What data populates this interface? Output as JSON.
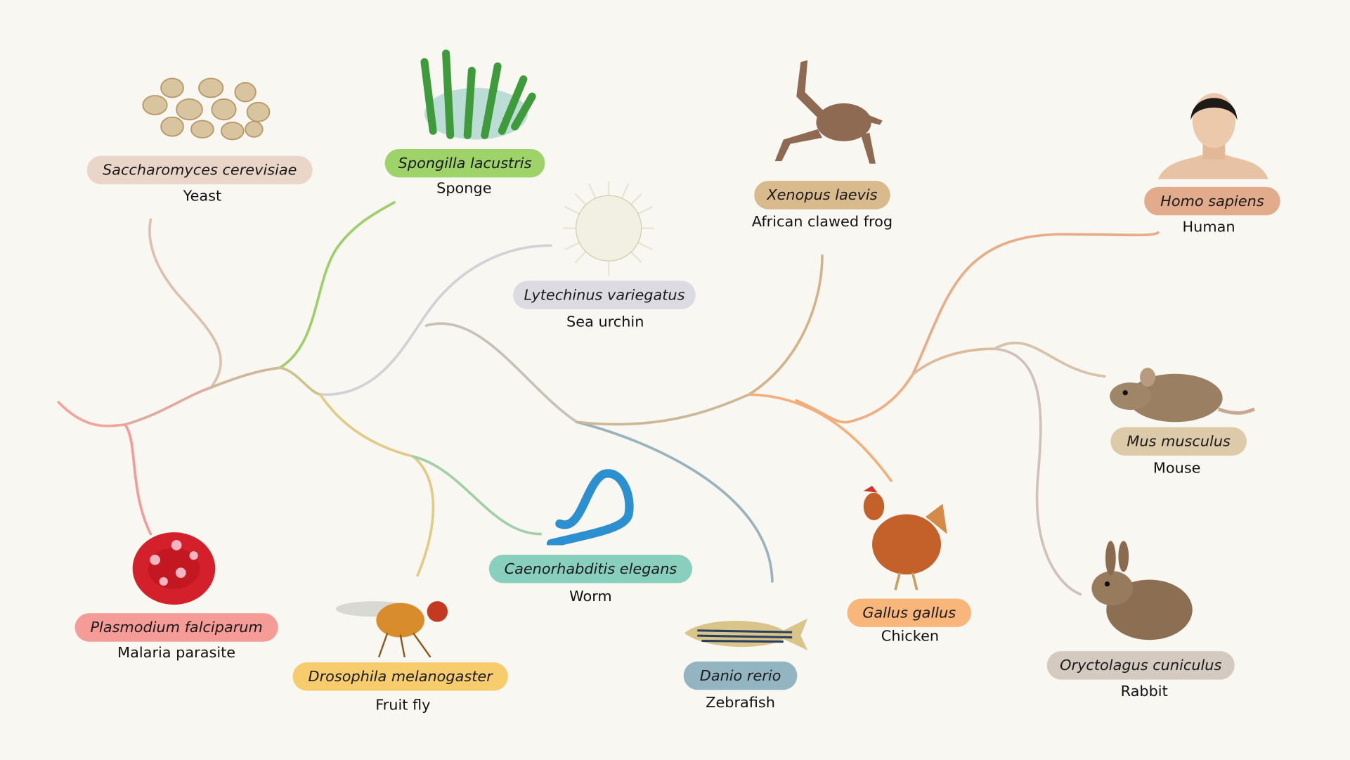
{
  "organisms": [
    {
      "scientific": "Saccharomyces cerevisiae",
      "common": "Yeast",
      "color": "#ead6c8"
    },
    {
      "scientific": "Spongilla lacustris",
      "common": "Sponge",
      "color": "#9ed36a"
    },
    {
      "scientific": "Lytechinus variegatus",
      "common": "Sea urchin",
      "color": "#dddbe2"
    },
    {
      "scientific": "Xenopus laevis",
      "common": "African clawed frog",
      "color": "#d8ba8c"
    },
    {
      "scientific": "Homo sapiens",
      "common": "Human",
      "color": "#e2ab8b"
    },
    {
      "scientific": "Mus musculus",
      "common": "Mouse",
      "color": "#dccaa9"
    },
    {
      "scientific": "Oryctolagus cuniculus",
      "common": "Rabbit",
      "color": "#d5cabf"
    },
    {
      "scientific": "Gallus gallus",
      "common": "Chicken",
      "color": "#f8b67b"
    },
    {
      "scientific": "Danio rerio",
      "common": "Zebrafish",
      "color": "#93b4c1"
    },
    {
      "scientific": "Caenorhabditis elegans",
      "common": "Worm",
      "color": "#88cfbd"
    },
    {
      "scientific": "Drosophila melanogaster",
      "common": "Fruit fly",
      "color": "#f6cc6d"
    },
    {
      "scientific": "Plasmodium falciparum",
      "common": "Malaria parasite",
      "color": "#f59b98"
    }
  ]
}
